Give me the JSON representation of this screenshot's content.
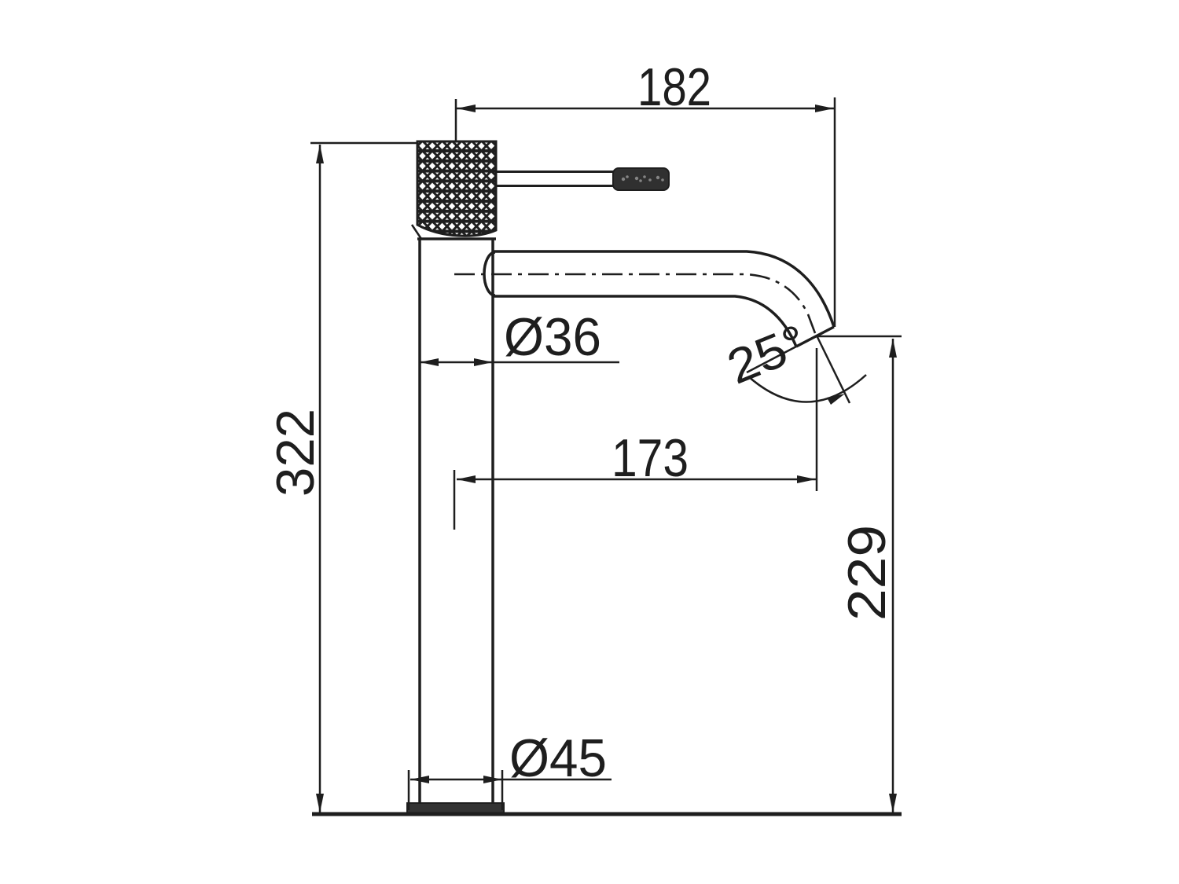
{
  "drawing": {
    "kind": "technical-dimension-drawing",
    "view": "basin mixer tap side elevation",
    "labels": {
      "dim_overall_reach": "182",
      "dim_overall_height": "322",
      "dim_body_diameter": "Ø36",
      "dim_spout_projection": "173",
      "dim_outlet_height": "229",
      "dim_base_diameter": "Ø45",
      "dim_spout_angle": "25°"
    },
    "colors": {
      "line": "#1e1e1e",
      "background": "#ffffff",
      "dark_fill": "#303030"
    }
  }
}
